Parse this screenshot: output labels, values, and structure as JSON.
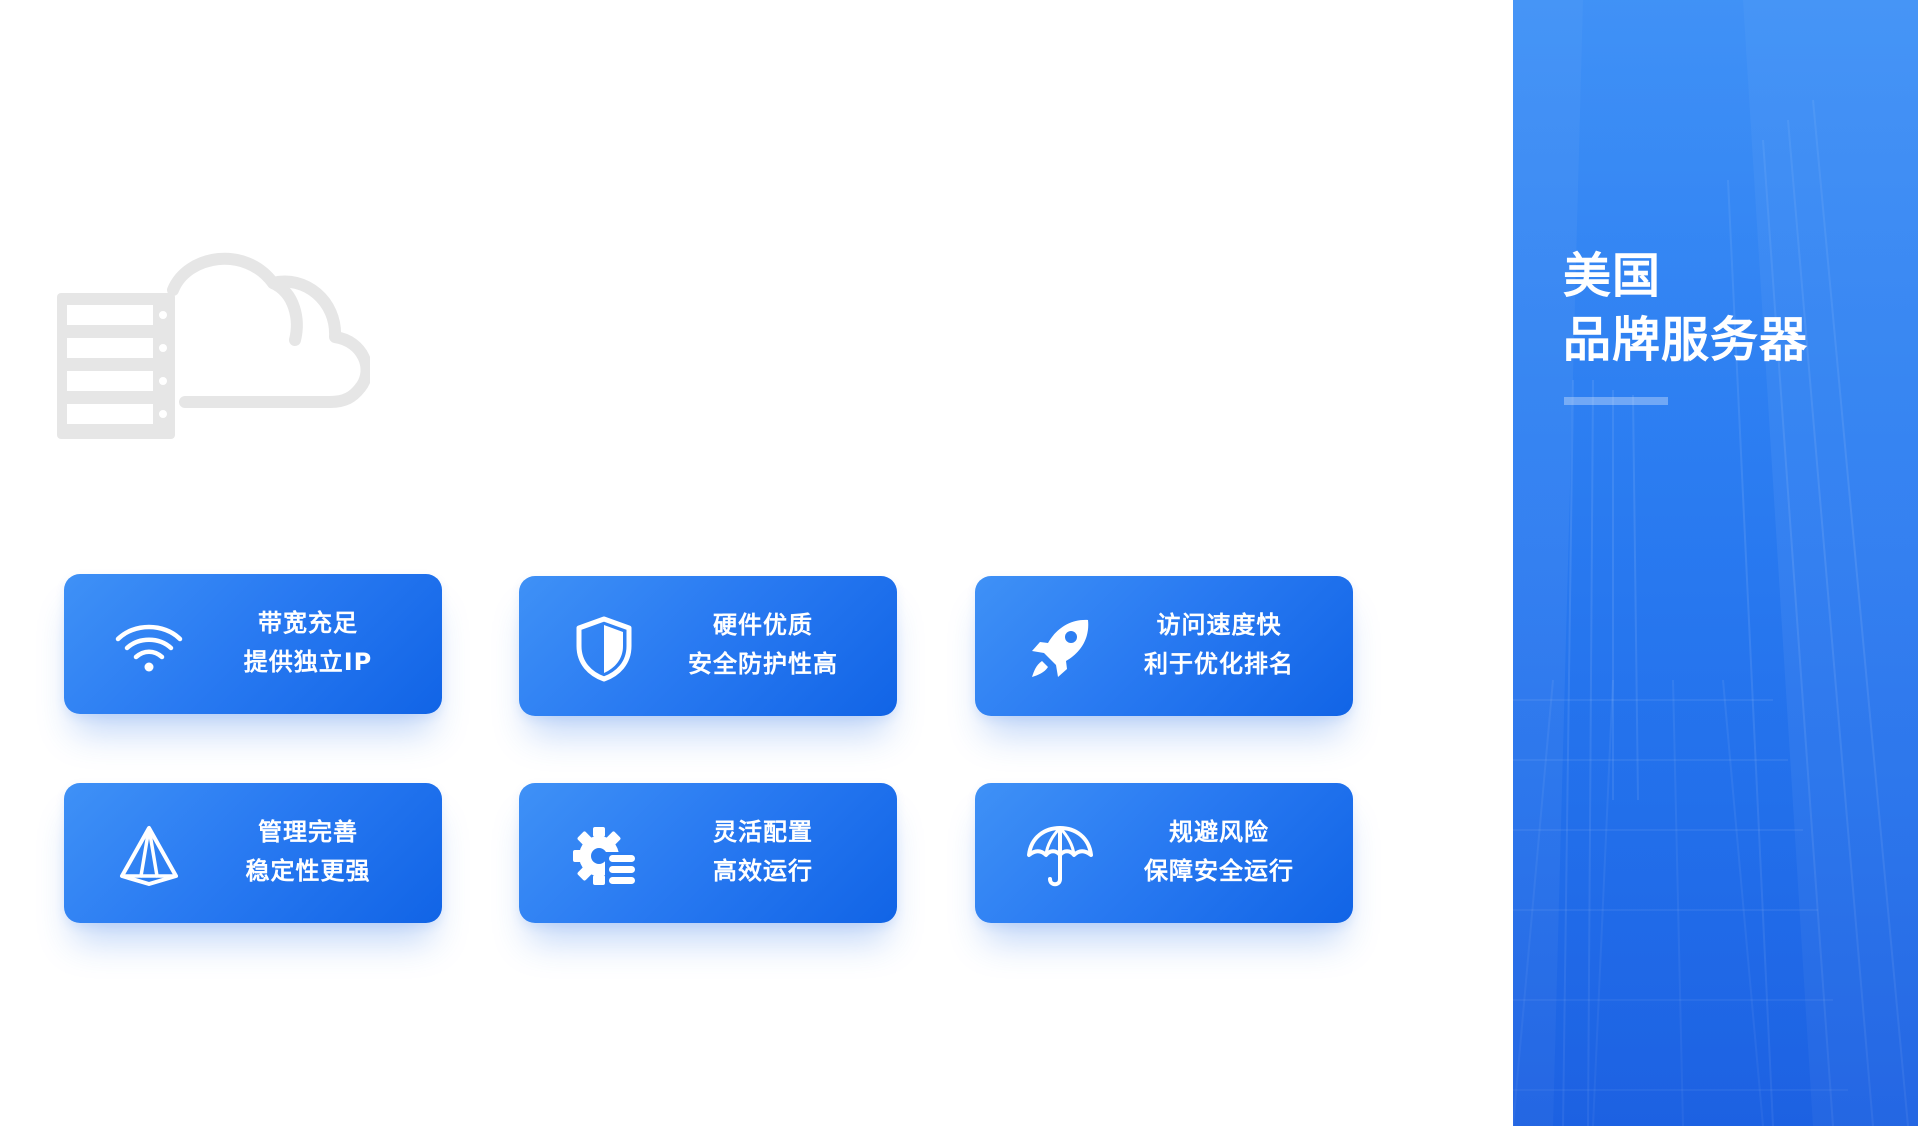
{
  "panel": {
    "title_line1": "美国",
    "title_line2": "品牌服务器"
  },
  "features": [
    {
      "icon": "wifi-icon",
      "line1": "带宽充足",
      "line2": "提供独立IP"
    },
    {
      "icon": "shield-icon",
      "line1": "硬件优质",
      "line2": "安全防护性高"
    },
    {
      "icon": "rocket-icon",
      "line1": "访问速度快",
      "line2": "利于优化排名"
    },
    {
      "icon": "pyramid-icon",
      "line1": "管理完善",
      "line2": "稳定性更强"
    },
    {
      "icon": "gear-config-icon",
      "line1": "灵活配置",
      "line2": "高效运行"
    },
    {
      "icon": "umbrella-icon",
      "line1": "规避风险",
      "line2": "保障安全运行"
    }
  ],
  "colors": {
    "card_start": "#3f91f6",
    "card_end": "#1164e6",
    "panel_blue": "#2c7ef2",
    "cloud_icon_gray": "#e6e6e6",
    "text_white": "#ffffff"
  }
}
